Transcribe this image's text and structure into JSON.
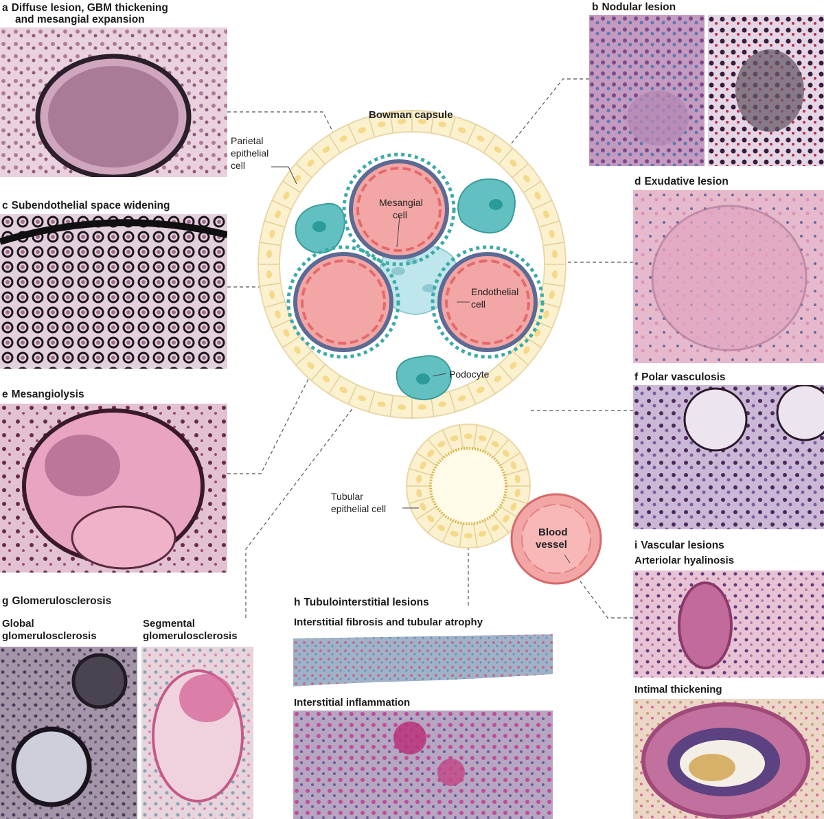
{
  "panels": {
    "a": {
      "letter": "a",
      "title_line1": "Diffuse lesion, GBM thickening",
      "title_line2": "and mesangial expansion"
    },
    "b": {
      "letter": "b",
      "title": "Nodular lesion"
    },
    "c": {
      "letter": "c",
      "title": "Subendothelial space widening"
    },
    "d": {
      "letter": "d",
      "title": "Exudative lesion"
    },
    "e": {
      "letter": "e",
      "title": "Mesangiolysis"
    },
    "f": {
      "letter": "f",
      "title": "Polar vasculosis"
    },
    "g": {
      "letter": "g",
      "title": "Glomerulosclerosis",
      "left_line1": "Global",
      "left_line2": "glomerulosclerosis",
      "right_line1": "Segmental",
      "right_line2": "glomerulosclerosis"
    },
    "h": {
      "letter": "h",
      "title": "Tubulointerstitial lesions",
      "sub1": "Interstitial fibrosis and tubular atrophy",
      "sub2": "Interstitial inflammation"
    },
    "i": {
      "letter": "i",
      "title": "Vascular lesions",
      "sub1": "Arteriolar hyalinosis",
      "sub2": "Intimal thickening"
    }
  },
  "diagram": {
    "bowman_title": "Bowman capsule",
    "parietal_line1": "Parietal",
    "parietal_line2": "epithelial",
    "parietal_line3": "cell",
    "mesangial_line1": "Mesangial",
    "mesangial_line2": "cell",
    "endothelial_line1": "Endothelial",
    "endothelial_line2": "cell",
    "podocyte": "Podocyte",
    "tubular_line1": "Tubular",
    "tubular_line2": "epithelial cell",
    "blood_line1": "Blood",
    "blood_line2": "vessel"
  },
  "colors": {
    "capsule_fill": "#fcf1cf",
    "capsule_cell": "#fbe8b0",
    "capillary": "#f3a6a6",
    "membrane": "#5c6a94",
    "podocyte": "#62c0c0",
    "mesangium": "#bfe6ea",
    "stain_pas": "#c26a9e",
    "stain_silver": "#3a2a3a"
  }
}
